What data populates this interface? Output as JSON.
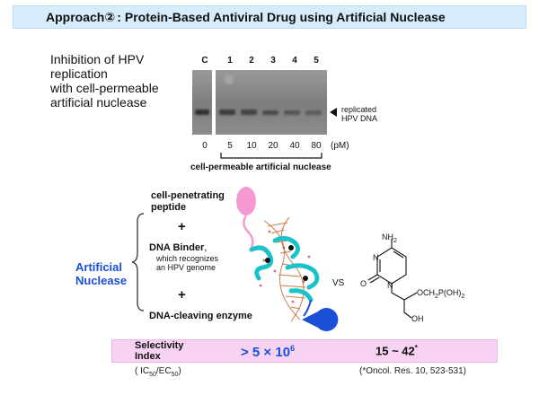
{
  "title": {
    "approach": "Approach②",
    "colon": ":",
    "text": "Protein-Based Antiviral Drug using Artificial Nuclease"
  },
  "inhibition_desc": {
    "lines": [
      "Inhibition of HPV",
      "replication",
      "with cell-permeable",
      "artificial nuclease"
    ]
  },
  "gel": {
    "lane_labels": [
      "C",
      "1",
      "2",
      "3",
      "4",
      "5"
    ],
    "band_label_line1": "replicated",
    "band_label_line2": "HPV DNA",
    "concentrations": [
      "0",
      "5",
      "10",
      "20",
      "40",
      "80"
    ],
    "unit": "(pM)",
    "bracket_label": "cell-permeable artificial nuclease"
  },
  "components": {
    "cpp_line1": "cell-penetrating",
    "cpp_line2": "peptide",
    "plus": "+",
    "binder": "DNA Binder",
    "binder_comma": ",",
    "binder_sub1": "which recognizes",
    "binder_sub2": "an HPV genome",
    "enzyme": "DNA-cleaving enzyme"
  },
  "artificial_nuclease": {
    "line1": "Artificial",
    "line2": "Nuclease"
  },
  "vs": "VS",
  "molecule": {
    "nh2": "NH",
    "nh2_sub": "2",
    "o": "O",
    "n1": "N",
    "n3": "N",
    "side_chain": "OCH",
    "side_chain_sub": "2",
    "side_chain_rest": "P(OH)",
    "side_chain_sub2": "2",
    "oh": "OH"
  },
  "selectivity": {
    "label_line1": "Selectivity",
    "label_line2": "Index",
    "value_nuclease": "> 5 × 10",
    "value_nuclease_exp": "6",
    "value_drug": "15 ~ 42",
    "value_drug_mark": "*"
  },
  "footnotes": {
    "ic_open": "( IC",
    "ic_sub": "50",
    "ic_mid": "/EC",
    "ec_sub": "50",
    "ic_close": ")",
    "ref_mark": "(*",
    "ref_text": "Oncol. Res. 10, 523-531)"
  },
  "colors": {
    "title_bg": "#d6ecfa",
    "accent_blue": "#1a4fd8",
    "selectivity_bg": "#f7d2f3",
    "peptide_pink": "#f59ad0",
    "binder_cyan": "#19c3c9",
    "enzyme_blue": "#1a4fd8"
  }
}
